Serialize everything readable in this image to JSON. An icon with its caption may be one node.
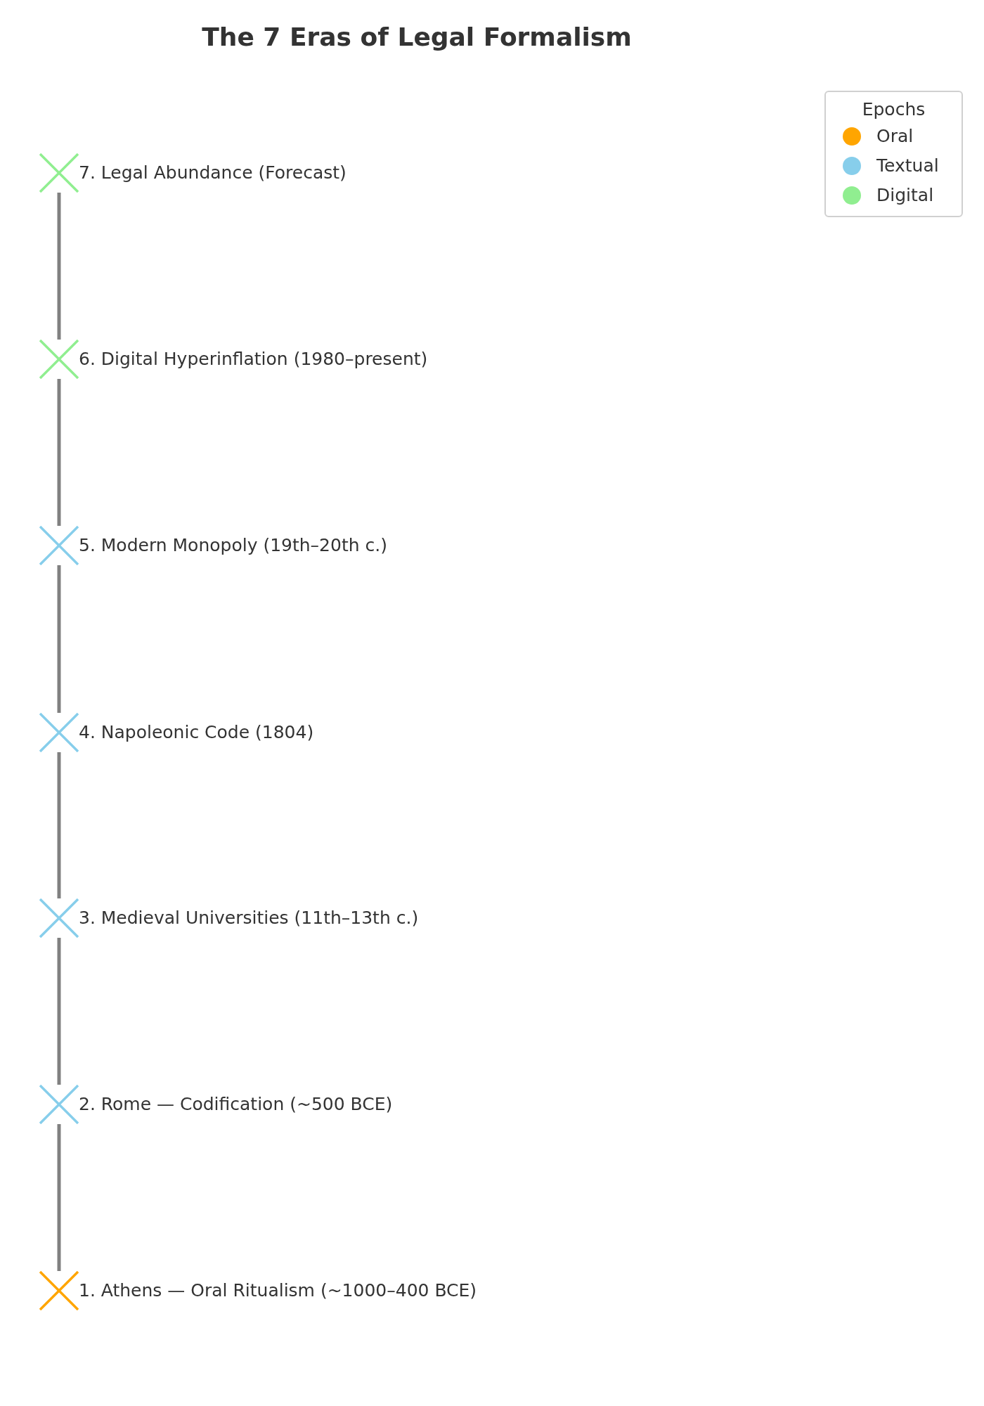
{
  "diagram": {
    "title": "The 7 Eras of Legal Formalism",
    "nodes": [
      {
        "text": [
          "7. Legal Abundance (Forecast)"
        ]
      },
      {
        "text": [
          "6. Digital Hyperinflation (1980–present)"
        ]
      },
      {
        "text": [
          "5. Modern Monopoly (19th–20th c.)"
        ]
      },
      {
        "text": [
          "4. Napoleonic Code (1804)"
        ]
      },
      {
        "text": [
          "3. Medieval Universities (11th–13th c.)"
        ]
      },
      {
        "text": [
          "2. Rome — Codification (~500 BCE)"
        ]
      },
      {
        "text": [
          "1. Athens — Oral Ritualism (~1000–400 BCE)"
        ]
      }
    ],
    "edges": [
      {
        "from": 0,
        "to": 1,
        "arrow": "none"
      },
      {
        "from": 1,
        "to": 2,
        "arrow": "none"
      },
      {
        "from": 2,
        "to": 3,
        "arrow": "none"
      },
      {
        "from": 3,
        "to": 4,
        "arrow": "none"
      },
      {
        "from": 4,
        "to": 5,
        "arrow": "none"
      },
      {
        "from": 5,
        "to": 6,
        "arrow": "none"
      }
    ],
    "labels": [
      "Epochs"
    ],
    "legend": [
      {
        "text": "Oral",
        "color": "#ffa500"
      },
      {
        "text": "Textual",
        "color": "#87ceeb"
      },
      {
        "text": "Digital",
        "color": "#90ee90"
      }
    ]
  }
}
